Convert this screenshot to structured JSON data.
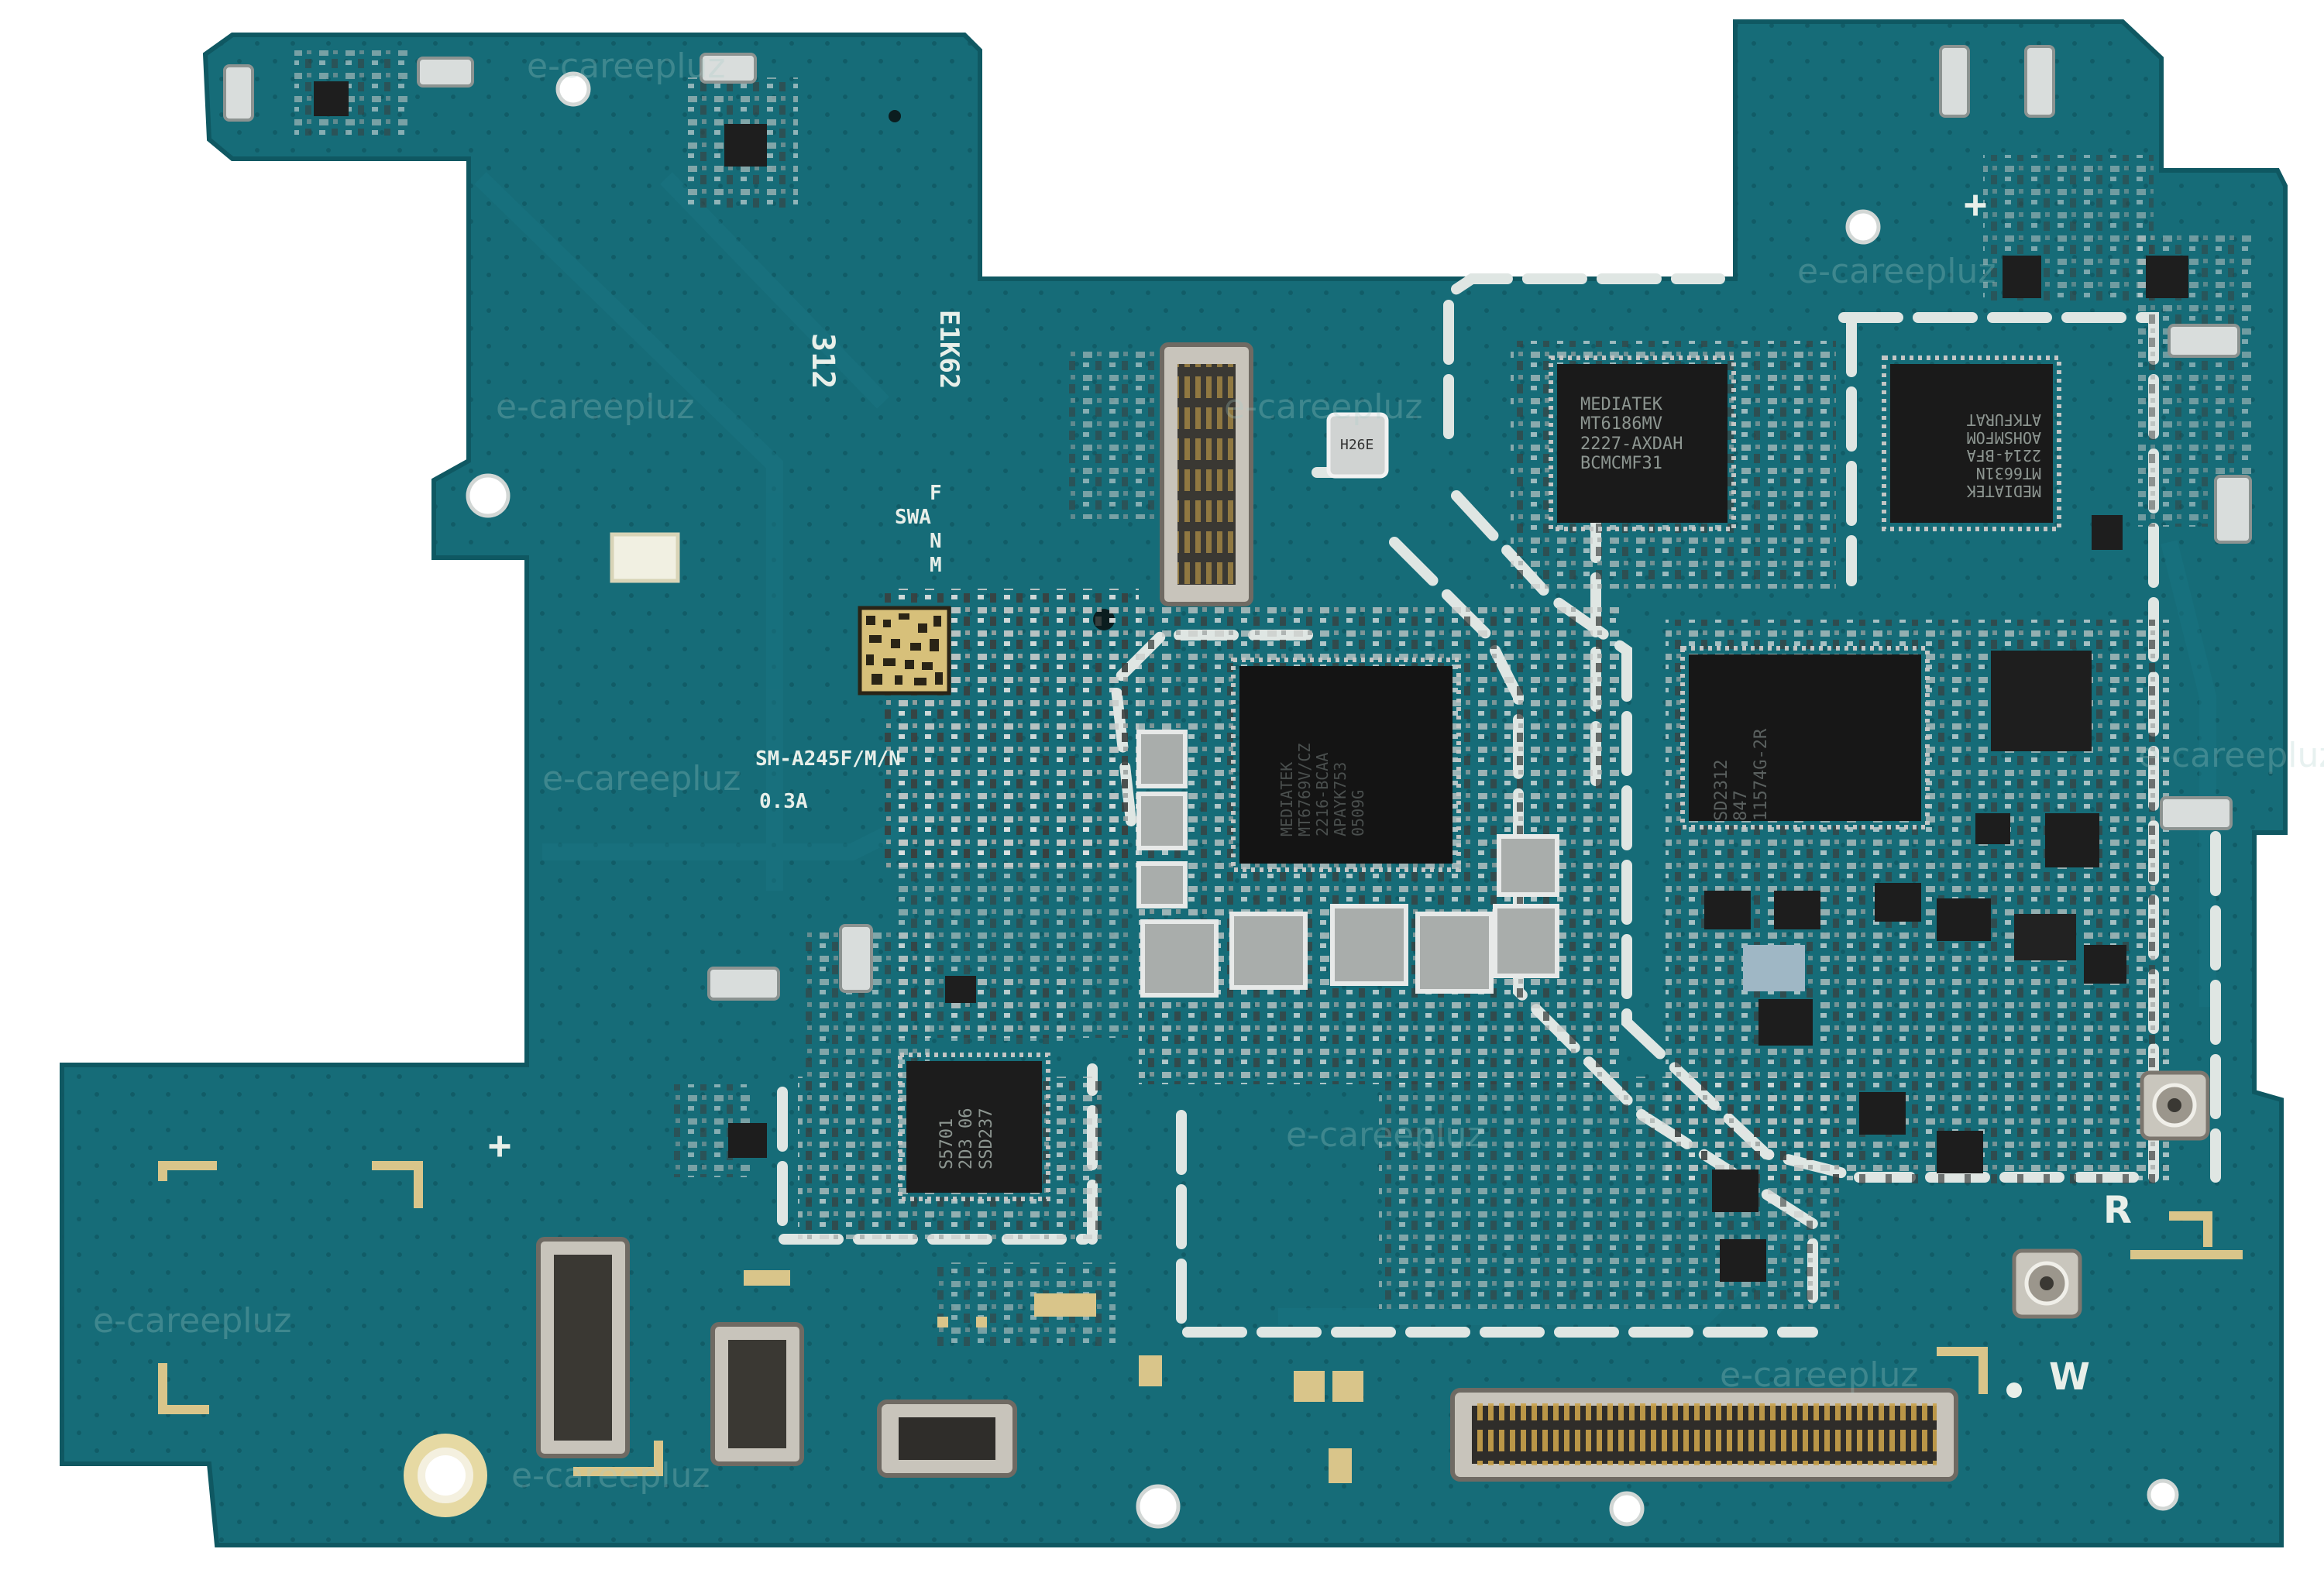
{
  "board": {
    "silkscreen": {
      "model": "SM-A245F/M/N",
      "revision": "0.3A",
      "code_312": "312",
      "code_e1k62": "E1K62",
      "variant_f": "F",
      "variant_swa": "SWA",
      "variant_n": "N",
      "variant_m": "M",
      "plus_left": "+",
      "plus_right": "+",
      "mark_r": "R",
      "mark_w": "W"
    },
    "chips": {
      "pmic_line1": "MEDIATEK",
      "pmic_line2": "MT6186MV",
      "pmic_line3": "2227-AXDAH",
      "pmic_line4": "BCMCMF31",
      "wifi_line1": "MEDIATEK",
      "wifi_line2": "MT6631N",
      "wifi_line3": "2214-BFA",
      "wifi_line4": "AOHSMFOM",
      "wifi_line5": "ATKFURAT",
      "soc_line1": "MEDIATEK",
      "soc_line2": "MT6769V/CZ",
      "soc_line3": "2216-BCAA",
      "soc_line4": "APAYK753",
      "soc_line5": "0509G",
      "mem_line1": "SD2312",
      "mem_line2": "847",
      "mem_line3": "11574G-2R",
      "pa_line1": "S5701",
      "pa_line2": "2D3 06",
      "pa_line3": "SSD237",
      "sensor_text": "H26E"
    },
    "watermark": "e-careepluz",
    "colors": {
      "pcb": "#166c78",
      "pcb_edge": "#125f69",
      "silkscreen": "#e8efe9",
      "chip": "#141414",
      "pad": "#b9bcbb"
    }
  }
}
